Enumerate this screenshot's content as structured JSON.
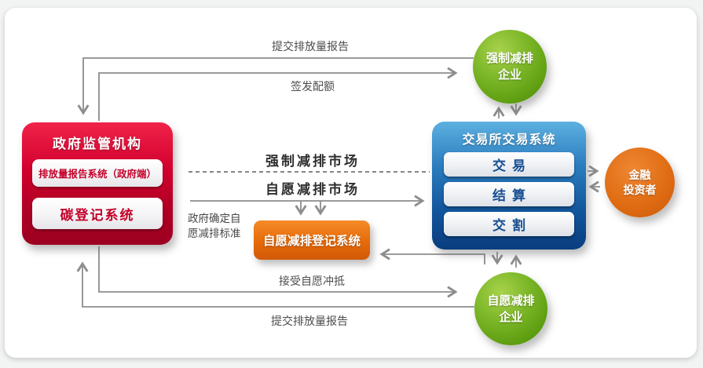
{
  "diagram": {
    "government": {
      "title": "政府监管机构",
      "report_system": "排放量报告系统（政府端）",
      "registry_system": "碳登记系统"
    },
    "mandatory_enterprise": {
      "line1": "强制减排",
      "line2": "企业"
    },
    "exchange": {
      "title": "交易所交易系统",
      "trade": "交易",
      "settle": "结算",
      "deliver": "交割"
    },
    "investor": {
      "line1": "金融",
      "line2": "投资者"
    },
    "voluntary_registry": {
      "title": "自愿减排登记系统"
    },
    "voluntary_enterprise": {
      "line1": "自愿减排",
      "line2": "企业"
    },
    "flow_labels": {
      "submit_report_top": "提交排放量报告",
      "issue_quota": "签发配额",
      "mandatory_market": "强制减排市场",
      "voluntary_market": "自愿减排市场",
      "gov_standard_l1": "政府确定自",
      "gov_standard_l2": "愿减排标准",
      "accept_offset": "接受自愿冲抵",
      "submit_report_bottom": "提交排放量报告"
    },
    "colors": {
      "government_red": "#c4002a",
      "exchange_blue": "#1b6cb0",
      "enterprise_green": "#6aaa1a",
      "investor_orange": "#d65f0e",
      "registry_orange": "#e06207",
      "arrow_gray": "#8d8d8d"
    }
  }
}
